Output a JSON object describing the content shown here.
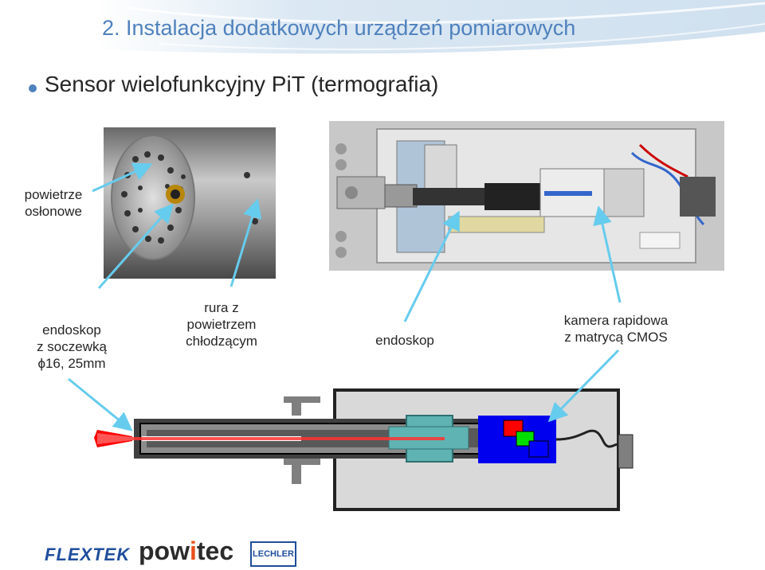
{
  "slide": {
    "title": "2. Instalacja dodatkowych urządzeń pomiarowych",
    "subtitle": "Sensor wielofunkcyjny PiT (termografia)"
  },
  "labels": {
    "air": [
      "powietrze",
      "osłonowe"
    ],
    "endoscope_lens": [
      "endoskop",
      "z soczewką",
      "ϕ16, 25mm"
    ],
    "tube": [
      "rura z",
      "powietrzem",
      "chłodzącym"
    ],
    "endoscope": "endoskop",
    "camera": [
      "kamera rapidowa",
      "z matrycą CMOS"
    ]
  },
  "logos": {
    "flextek": "FLEXTEK",
    "powitec_a": "pow",
    "powitec_b": "i",
    "powitec_c": "tec",
    "lechler": "LECHLER"
  },
  "colors": {
    "title": "#4f81bd",
    "arrow": "#66ccee",
    "laser": "#ff0000"
  }
}
